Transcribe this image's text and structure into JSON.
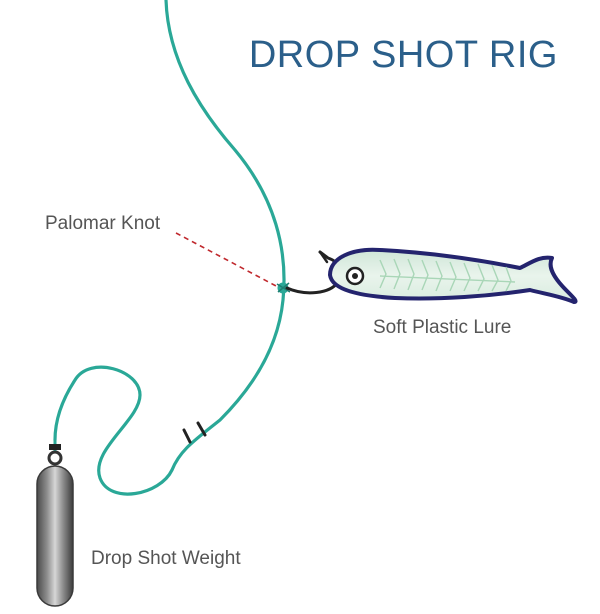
{
  "title": "DROP SHOT RIG",
  "labels": {
    "palomar_knot": "Palomar Knot",
    "soft_plastic_lure": "Soft Plastic Lure",
    "drop_shot_weight": "Drop Shot Weight"
  },
  "colors": {
    "title": "#2b5f8a",
    "line": "#2aa897",
    "hook": "#222222",
    "lure_outline": "#24246e",
    "lure_body": "#ddeee0",
    "lure_stripes": "#a9d6b7",
    "leader_line": "#c0282d",
    "weight_dark": "#4a4a4a",
    "weight_light": "#d6d6d6",
    "label_text": "#555555"
  },
  "icons": {
    "lure": "soft-plastic-fish-icon",
    "weight": "cylinder-sinker-icon",
    "hook": "hook-icon"
  }
}
